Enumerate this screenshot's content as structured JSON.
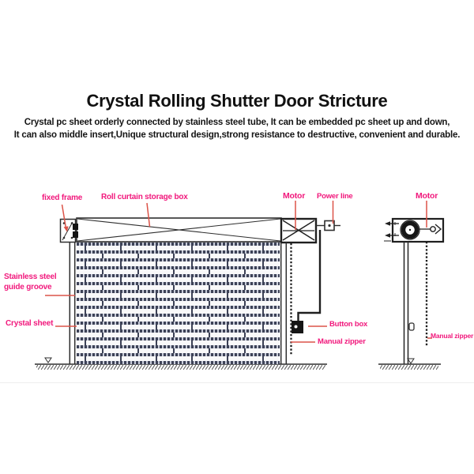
{
  "title": "Crystal Rolling Shutter Door Stricture",
  "subtitle_line1": "Crystal pc sheet orderly connected by stainless steel tube, It can be embedded pc sheet up and down,",
  "subtitle_line2": "It can also middle insert,Unique structural design,strong resistance to destructive, convenient and durable.",
  "labels": {
    "fixed_frame": "fixed frame",
    "roll_curtain_storage_box": "Roll curtain storage box",
    "motor_front": "Motor",
    "power_line": "Power line",
    "motor_side": "Motor",
    "stainless_steel_line1": "Stainless steel",
    "stainless_steel_line2": "guide groove",
    "crystal_sheet": "Crystal sheet",
    "button_box": "Button box",
    "manual_zipper_front": "Manual zipper",
    "manual_zipper_side": "Manual zipper"
  },
  "colors": {
    "label_pink": "#f1187c",
    "leader_red": "#dc5348",
    "line_dark": "#2e2e2e",
    "tube_band_navy": "#3d4257",
    "background": "#ffffff"
  }
}
